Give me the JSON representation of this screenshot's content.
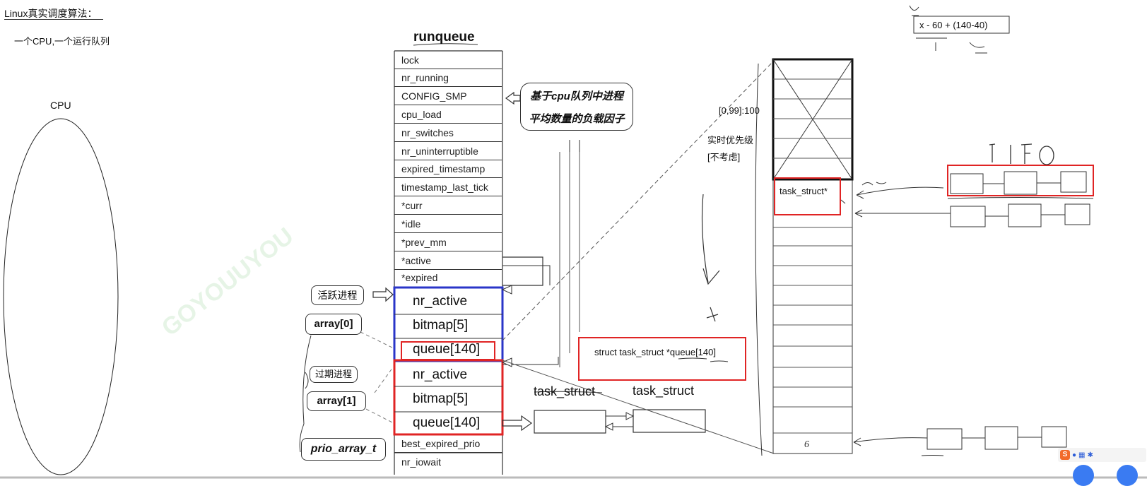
{
  "notes": {
    "title": "Linux真实调度算法：",
    "subtitle": "一个CPU,一个运行队列",
    "cpu_label": "CPU"
  },
  "runqueue": {
    "title": "runqueue",
    "fields": [
      "lock",
      "nr_running",
      "CONFIG_SMP",
      "cpu_load",
      "nr_switches",
      "nr_uninterruptible",
      "expired_timestamp",
      "timestamp_last_tick",
      "*curr",
      "*idle",
      "*prev_mm",
      "*active",
      "*expired"
    ],
    "array0": [
      "nr_active",
      "bitmap[5]",
      "queue[140]"
    ],
    "array1": [
      "nr_active",
      "bitmap[5]",
      "queue[140]"
    ],
    "tail_fields": [
      "best_expired_prio",
      "nr_iowait"
    ]
  },
  "callouts": {
    "load_factor_line1": "基于cpu队列中进程",
    "load_factor_line2": "平均数量的负载因子",
    "active_process": "活跃进程",
    "expired_process": "过期进程",
    "array0": "array[0]",
    "array1": "array[1]",
    "prio_array_t": "prio_array_t"
  },
  "queue_decl": "struct task_struct *queue[140]",
  "task_struct_1": "task_struct",
  "task_struct_2": "task_struct",
  "priority": {
    "range_label": "[0,99]:100",
    "realtime_line1": "实时优先级",
    "realtime_line2": "[不考虑]",
    "slot_label": "task_struct*",
    "formula": "x - 60 + (140-40)"
  },
  "watermark": "GOYOUUYOU",
  "colors": {
    "blue": "#2a35c8",
    "red": "#e02424",
    "ink": "#222222"
  }
}
